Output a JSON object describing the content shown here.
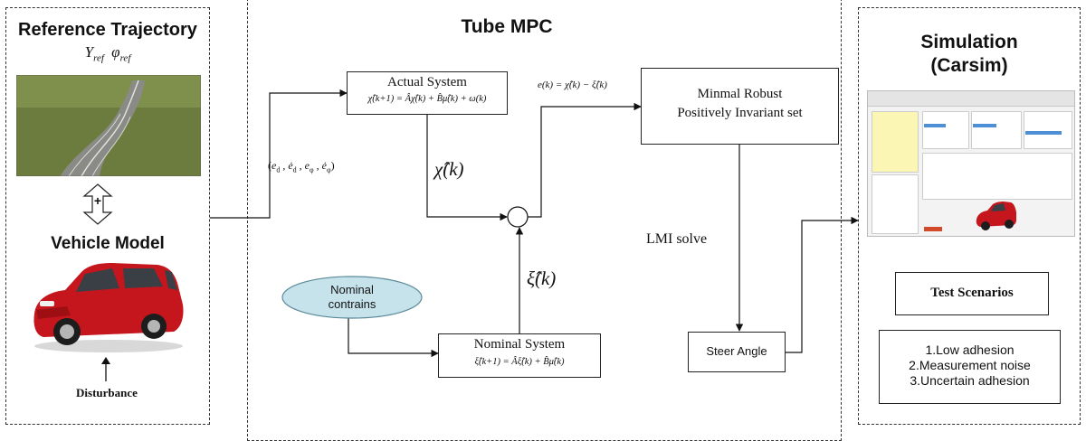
{
  "left_panel": {
    "title": "Reference Trajectory",
    "ref_symbols": "Y_ref  φ_ref",
    "plus": "+",
    "vehicle_title": "Vehicle Model",
    "disturbance": "Disturbance"
  },
  "center_panel": {
    "title": "Tube MPC",
    "error_vector": "( e_d ,  ė_d ,  e_φ ,  ė_φ )",
    "actual_system": {
      "title": "Actual System",
      "equation": "χ̂(k+1) = Âχ̂(k) + B̂μ̂(k) + ω(k)"
    },
    "error_eq": "e(k) = χ̂(k) − ξ̂(k)",
    "mrpi": {
      "line1": "Minmal Robust",
      "line2": "Positively Invariant set"
    },
    "chi_label": "χ̂(k)",
    "xi_label": "ξ̂(k)",
    "nominal_constraints": {
      "line1": "Nominal",
      "line2": "contrains"
    },
    "nominal_system": {
      "title": "Nominal System",
      "equation": "ξ̂(k+1) = Âξ̂(k) + B̂μ̂(k)"
    },
    "lmi": "LMI solve",
    "steer": "Steer Angle"
  },
  "right_panel": {
    "title_line1": "Simulation",
    "title_line2": "(Carsim)",
    "test_scenarios": "Test Scenarios",
    "scenarios": [
      "1.Low adhesion",
      "2.Measurement noise",
      "3.Uncertain adhesion"
    ]
  },
  "colors": {
    "ellipse_fill": "#c6e3ec",
    "ellipse_stroke": "#5a8a99",
    "car_red": "#c4161c",
    "grass": "#6b7c3e",
    "road": "#8a8a86"
  }
}
